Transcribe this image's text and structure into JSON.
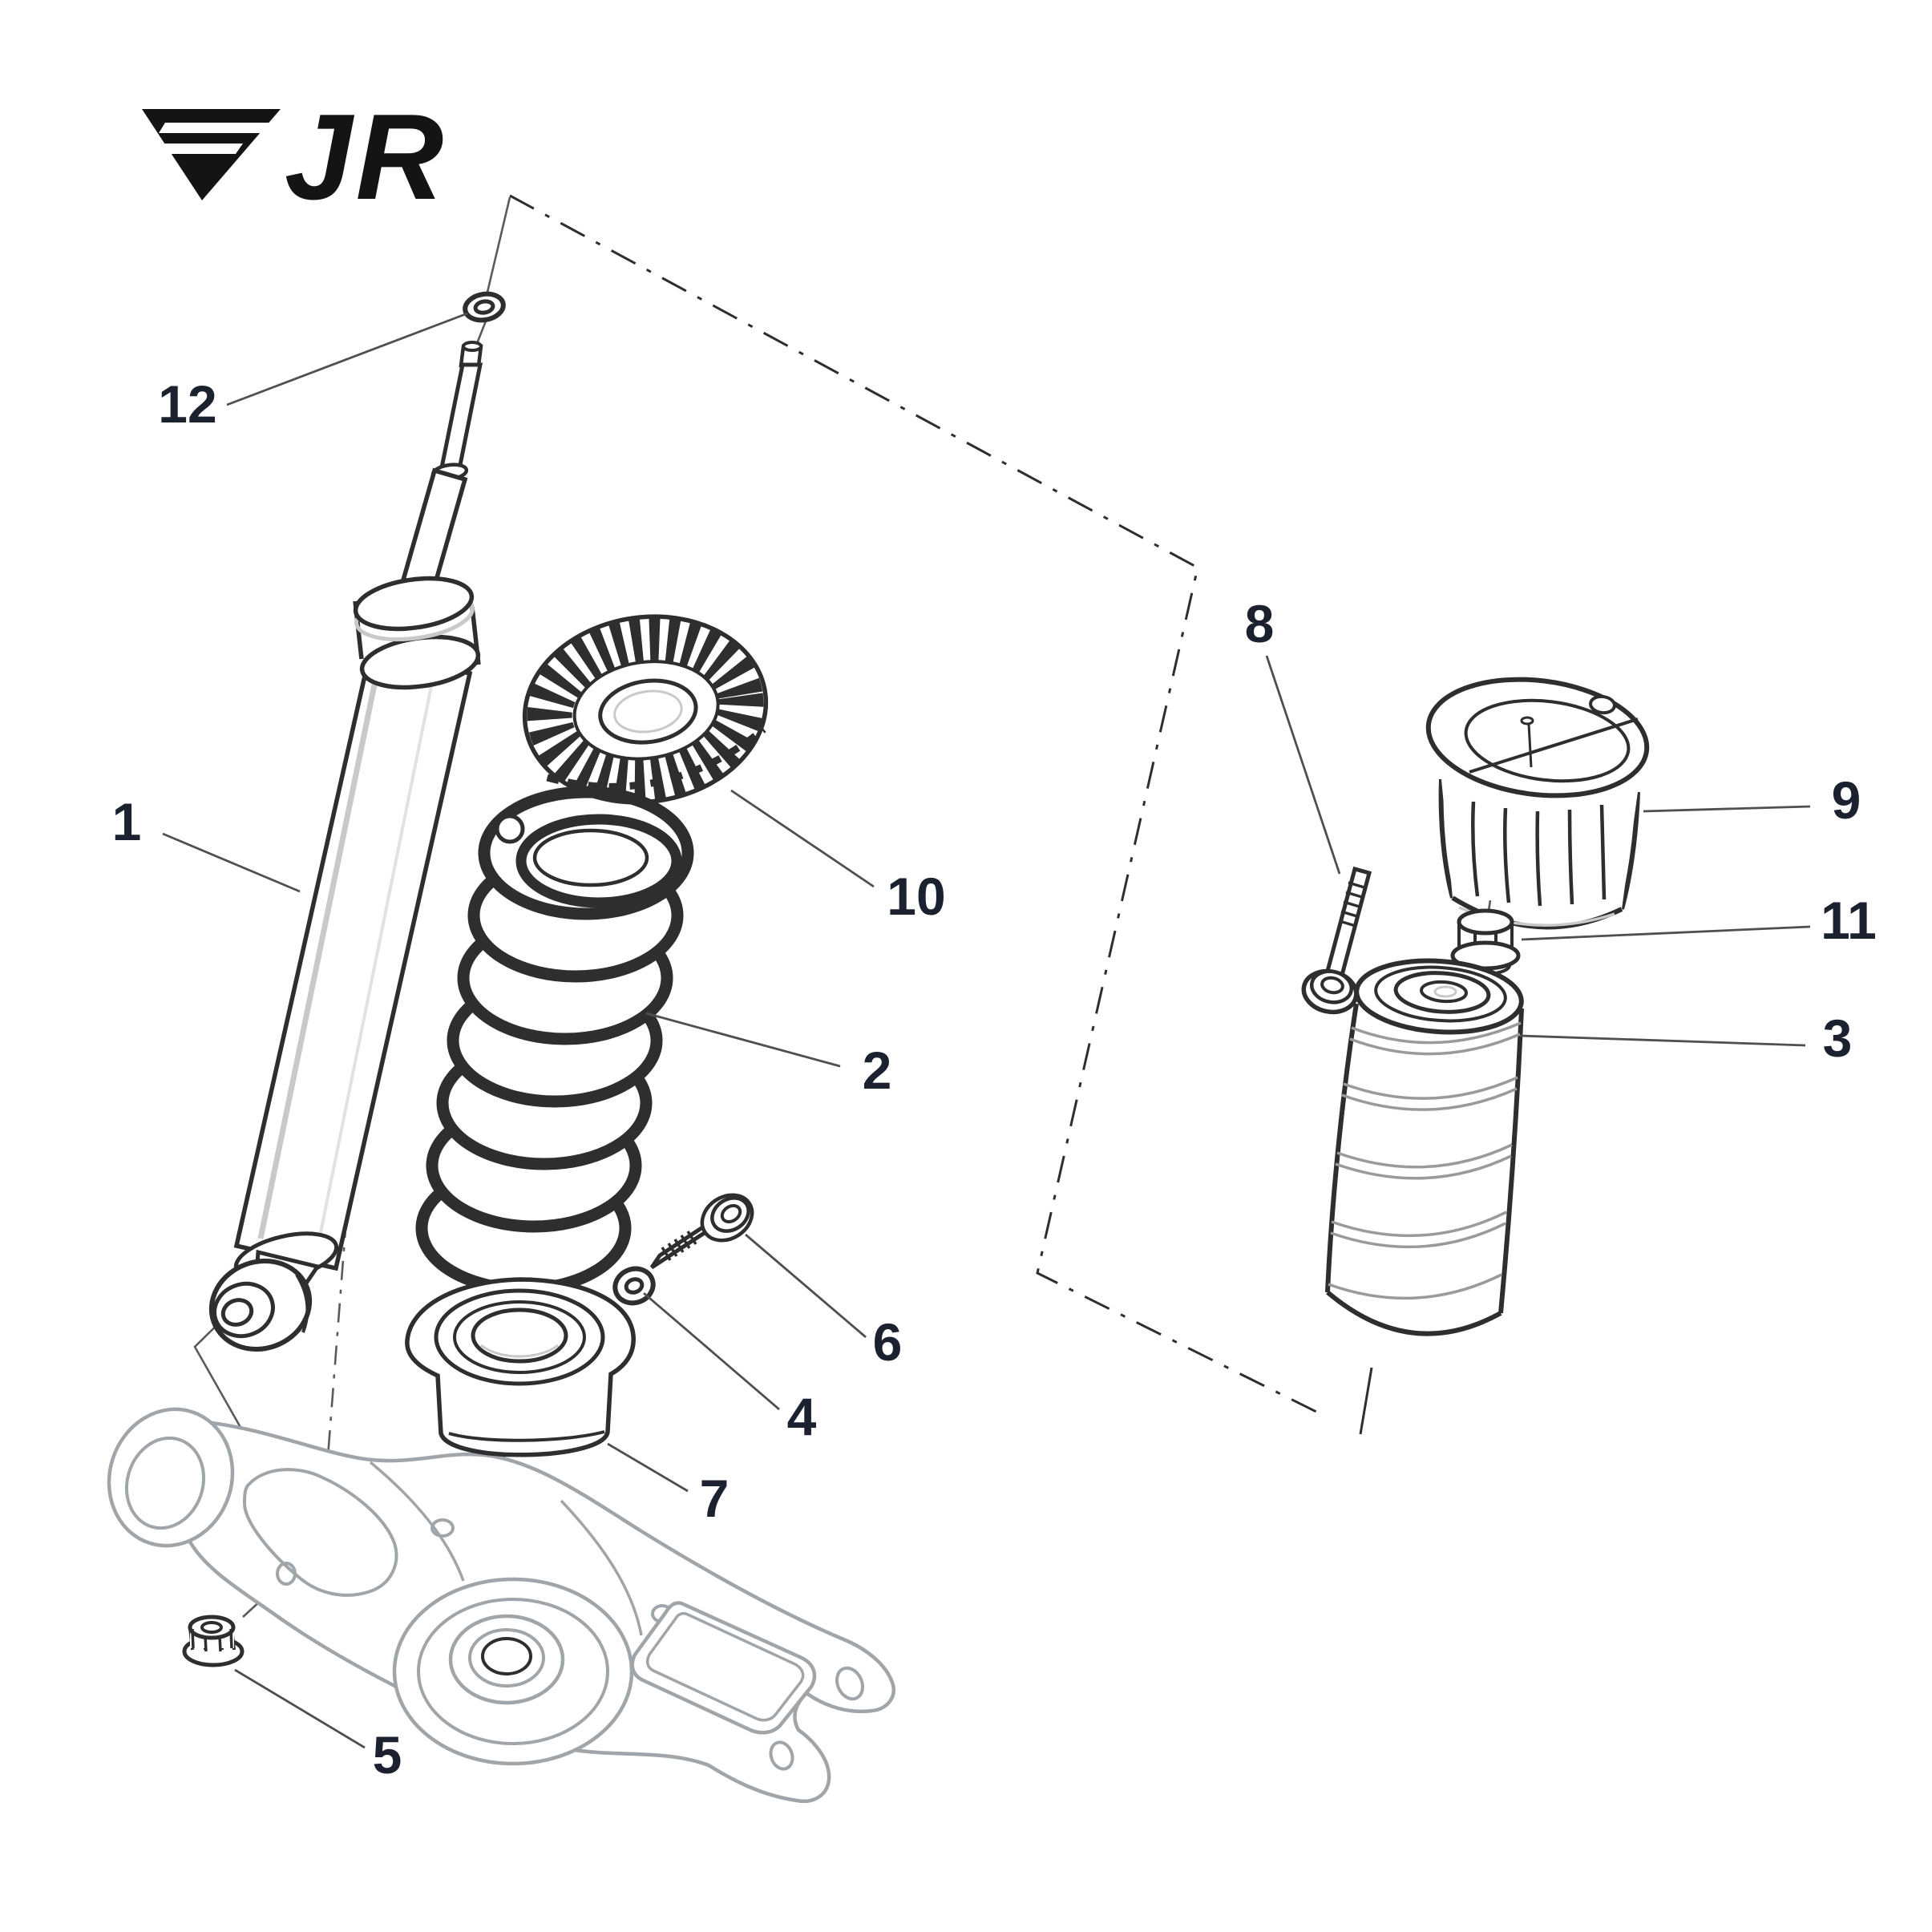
{
  "logo": {
    "text": "FJR",
    "suffix": "JR"
  },
  "figure": {
    "type": "exploded-parts-diagram",
    "subject": "Rear shock absorber, coil spring and lower control arm assembly",
    "background_color": "#ffffff",
    "line_color": "#2e2e2e",
    "arm_line_color": "#a0a5a9",
    "label_color": "#1c2130",
    "callouts": [
      {
        "num": "1",
        "part": "shock-absorber"
      },
      {
        "num": "2",
        "part": "coil-spring"
      },
      {
        "num": "3",
        "part": "bump-stop-bellows"
      },
      {
        "num": "4",
        "part": "washer"
      },
      {
        "num": "5",
        "part": "flange-nut"
      },
      {
        "num": "6",
        "part": "bolt"
      },
      {
        "num": "7",
        "part": "lower-spring-seat"
      },
      {
        "num": "8",
        "part": "bolt"
      },
      {
        "num": "9",
        "part": "top-mount-cap"
      },
      {
        "num": "10",
        "part": "upper-spring-seat"
      },
      {
        "num": "11",
        "part": "flange-nut"
      },
      {
        "num": "12",
        "part": "washer"
      }
    ]
  }
}
